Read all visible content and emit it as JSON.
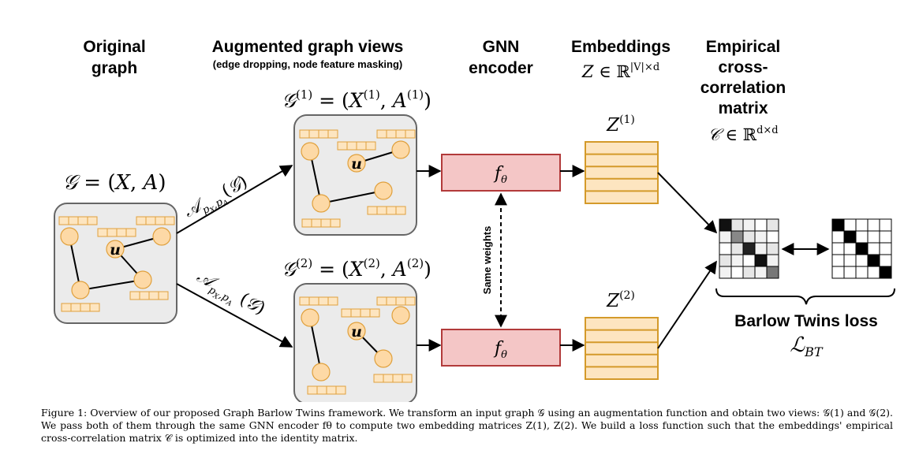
{
  "headers": {
    "original": [
      "Original",
      "graph"
    ],
    "augmented": "Augmented graph views",
    "augmented_sub": "(edge dropping, node feature masking)",
    "gnn": [
      "GNN",
      "encoder"
    ],
    "embeddings": "Embeddings",
    "embeddings_math": "Z ∈ ℝ|V|×d",
    "empirical": [
      "Empirical",
      "cross-",
      "correlation",
      "matrix"
    ],
    "empirical_math": "𝒞 ∈ ℝd×d"
  },
  "labels": {
    "graph": "𝒢 = (X, A)",
    "view1": "𝒢(1) = (X(1), A(1))",
    "view2": "𝒢(2) = (X(2), A(2))",
    "aug_top": "𝒜pX,pA(𝒢)",
    "aug_bottom": "𝒜pX,pA (𝒢)",
    "node_u": "u",
    "encoder": "fθ",
    "z1": "Z(1)",
    "z2": "Z(2)",
    "same_weights": "Same weights",
    "loss_title": "Barlow Twins loss",
    "loss_math": "ℒBT"
  },
  "caption": "Figure 1: Overview of our proposed Graph Barlow Twins framework. We transform an input graph 𝒢 using an augmentation function and obtain two views: 𝒢(1) and 𝒢(2). We pass both of them through the same GNN encoder fθ to compute two embedding matrices Z(1), Z(2). We build a loss function such that the embeddings' empirical cross-correlation matrix 𝒞 is optimized into the identity matrix."
}
